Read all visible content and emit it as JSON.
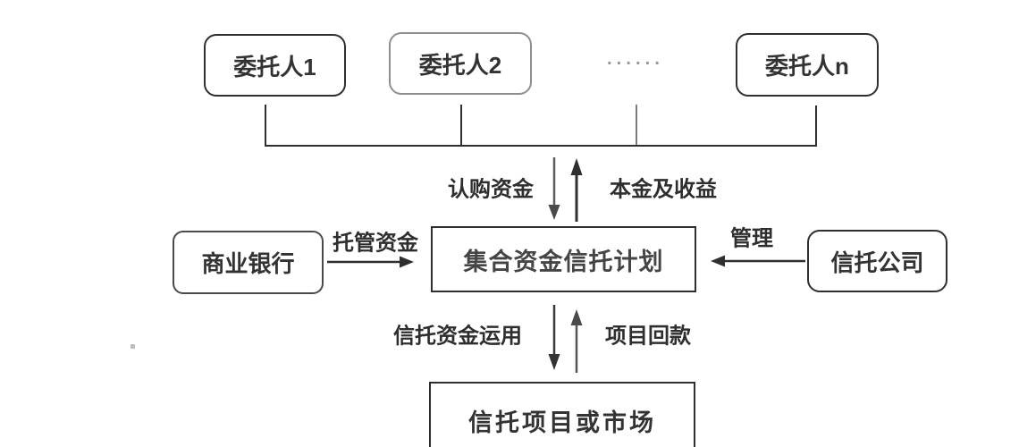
{
  "diagram": {
    "title_hint": "collective-fund-trust-plan-structure",
    "principals": [
      {
        "label": "委托人1"
      },
      {
        "label": "委托人2"
      },
      {
        "label": "委托人n"
      }
    ],
    "ellipsis": "······",
    "nodes": {
      "center": "集合资金信托计划",
      "bank": "商业银行",
      "trust_company": "信托公司",
      "bottom": "信托项目或市场"
    },
    "flow_labels": {
      "subscription_funds": "认购资金",
      "principal_and_income": "本金及收益",
      "custody_funds": "托管资金",
      "management": "管理",
      "trust_fund_use": "信托资金运用",
      "project_repayment": "项目回款"
    },
    "colors": {
      "line": "#383838",
      "text": "#2e2e2e",
      "background": "#ffffff"
    }
  }
}
